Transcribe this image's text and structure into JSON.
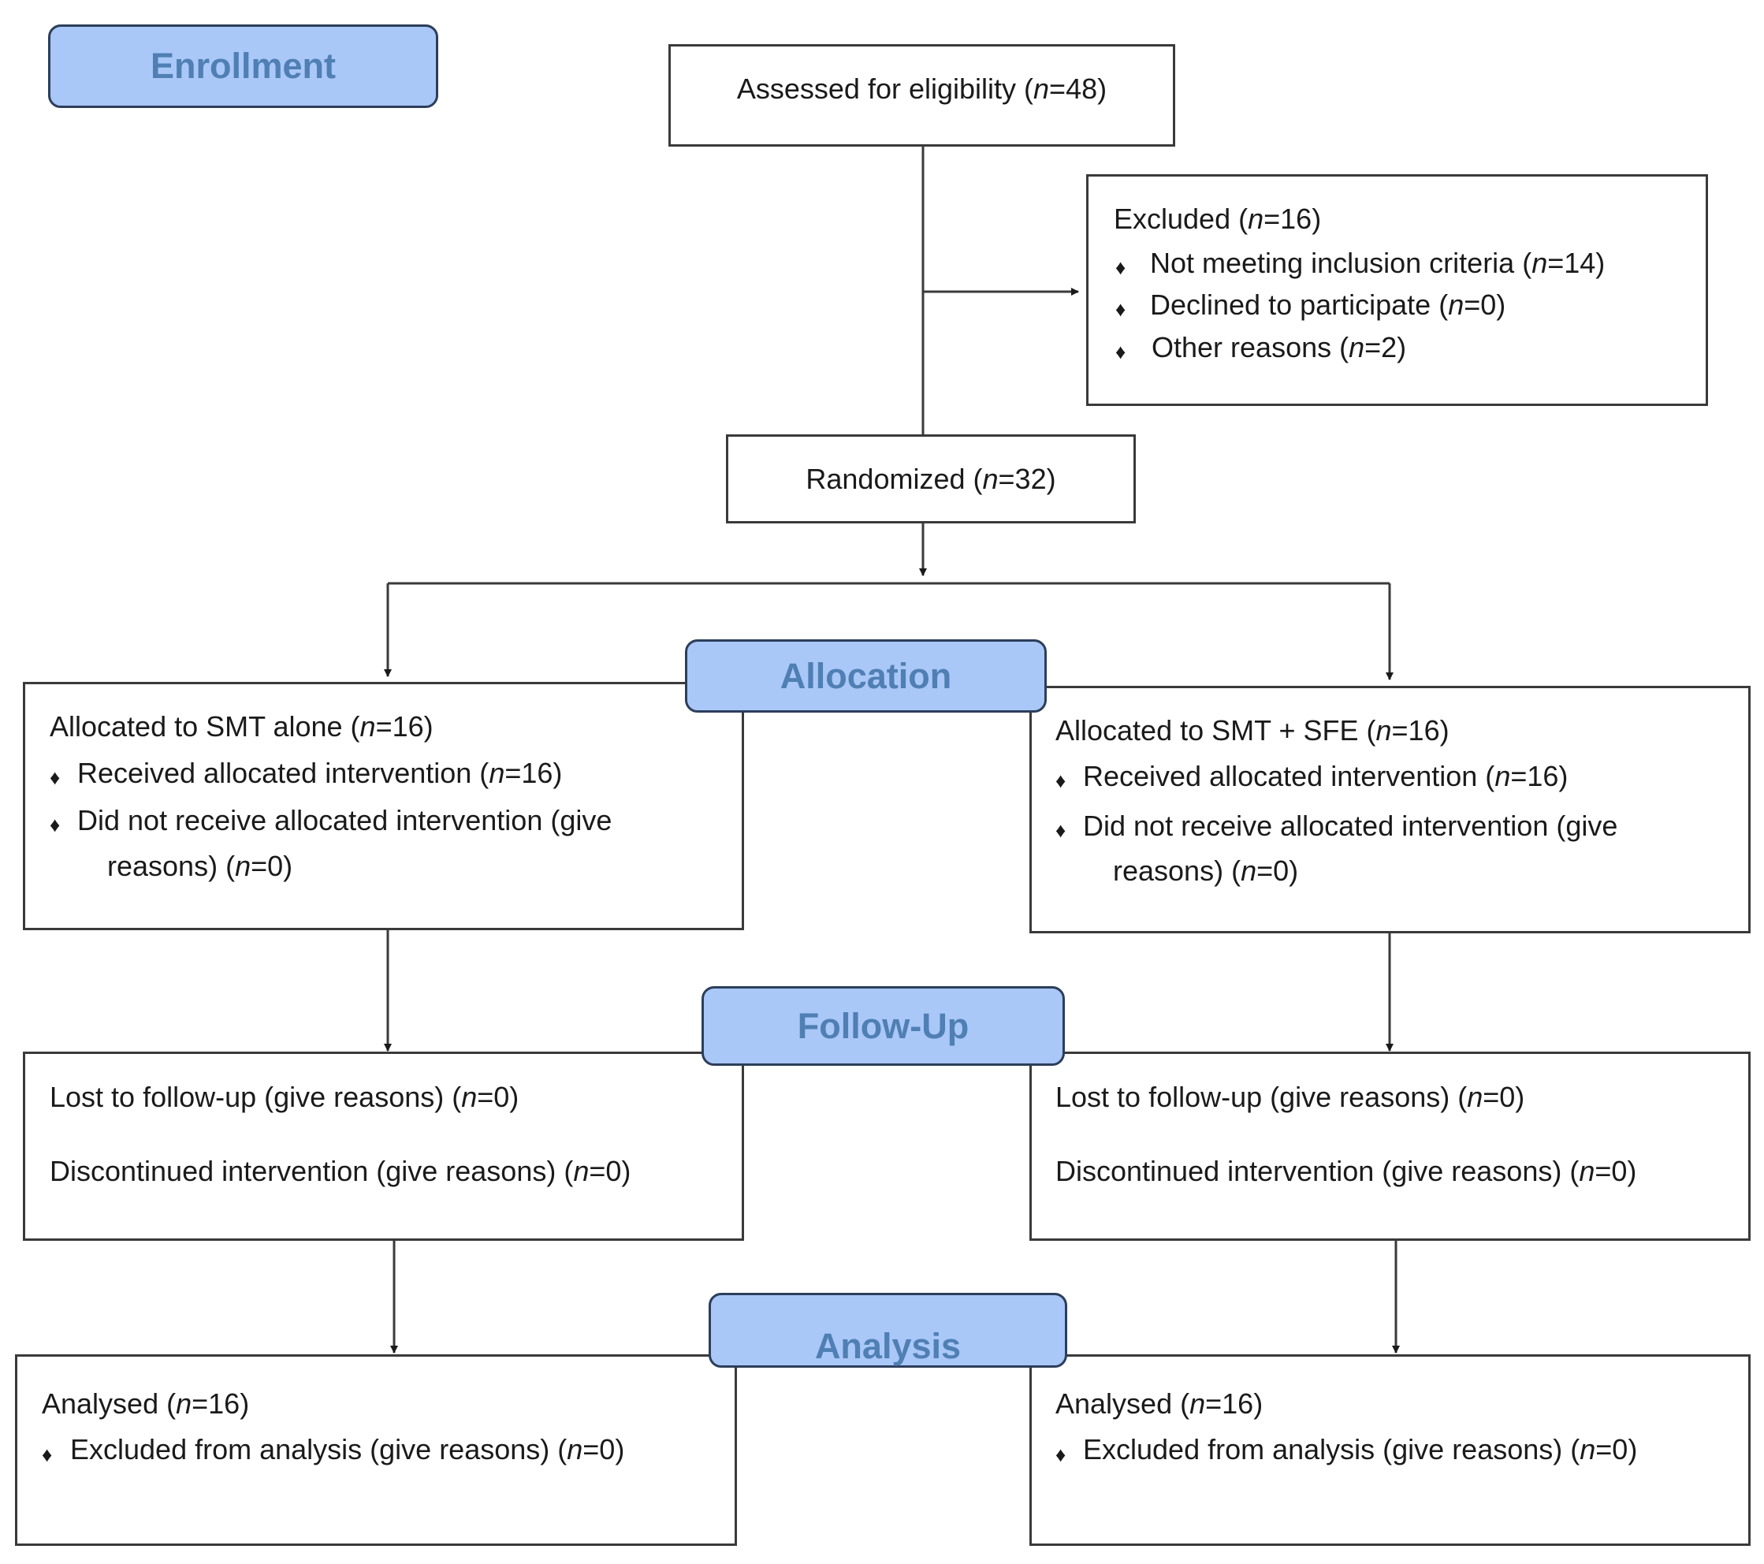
{
  "stages": {
    "enrollment": "Enrollment",
    "allocation": "Allocation",
    "follow_up": "Follow-Up",
    "analysis": "Analysis"
  },
  "assessed": {
    "label": "Assessed for eligibility (",
    "n": "n",
    "value": "=48)"
  },
  "excluded": {
    "title": {
      "label": "Excluded (",
      "n": "n",
      "value": "=16)"
    },
    "items": [
      {
        "label": "Not meeting inclusion criteria (",
        "n": "n",
        "value": "=14)"
      },
      {
        "label": "Declined to participate (",
        "n": "n",
        "value": "=0)"
      },
      {
        "label": "Other reasons (",
        "n": "n",
        "value": "=2)"
      }
    ]
  },
  "randomized": {
    "label": "Randomized (",
    "n": "n",
    "value": "=32)"
  },
  "left": {
    "allocation": {
      "title": {
        "label": "Allocated to SMT alone (",
        "n": "n",
        "value": "=16)"
      },
      "received": {
        "label": "Received allocated intervention (",
        "n": "n",
        "value": "=16)"
      },
      "not_received_1": "Did not receive allocated intervention (give",
      "not_received_2": {
        "label": "reasons) (",
        "n": "n",
        "value": "=0)"
      }
    },
    "followup": {
      "lost": {
        "label": "Lost to follow-up (give reasons) (",
        "n": "n",
        "value": "=0)"
      },
      "discontinued": {
        "label": "Discontinued intervention (give reasons) (",
        "n": "n",
        "value": "=0)"
      }
    },
    "analysis": {
      "analysed": {
        "label": "Analysed (",
        "n": "n",
        "value": "=16)"
      },
      "excluded": {
        "label": "Excluded from analysis (give reasons) (",
        "n": "n",
        "value": "=0)"
      }
    }
  },
  "right": {
    "allocation": {
      "title": {
        "label": "Allocated to SMT + SFE (",
        "n": "n",
        "value": "=16)"
      },
      "received": {
        "label": "Received allocated intervention (",
        "n": "n",
        "value": "=16)"
      },
      "not_received_1": "Did not receive allocated intervention (give",
      "not_received_2": {
        "label": "reasons) (",
        "n": "n",
        "value": "=0)"
      }
    },
    "followup": {
      "lost": {
        "label": "Lost to follow-up (give reasons) (",
        "n": "n",
        "value": "=0)"
      },
      "discontinued": {
        "label": "Discontinued intervention (give reasons) (",
        "n": "n",
        "value": "=0)"
      }
    },
    "analysis": {
      "analysed": {
        "label": "Analysed (",
        "n": "n",
        "value": "=16)"
      },
      "excluded": {
        "label": "Excluded from analysis (give reasons) (",
        "n": "n",
        "value": "=0)"
      }
    }
  },
  "bullet": "♦",
  "colors": {
    "stage_fill": "#a9c7f7",
    "stage_text": "#4f7fb3",
    "line": "#3a3a3a"
  }
}
